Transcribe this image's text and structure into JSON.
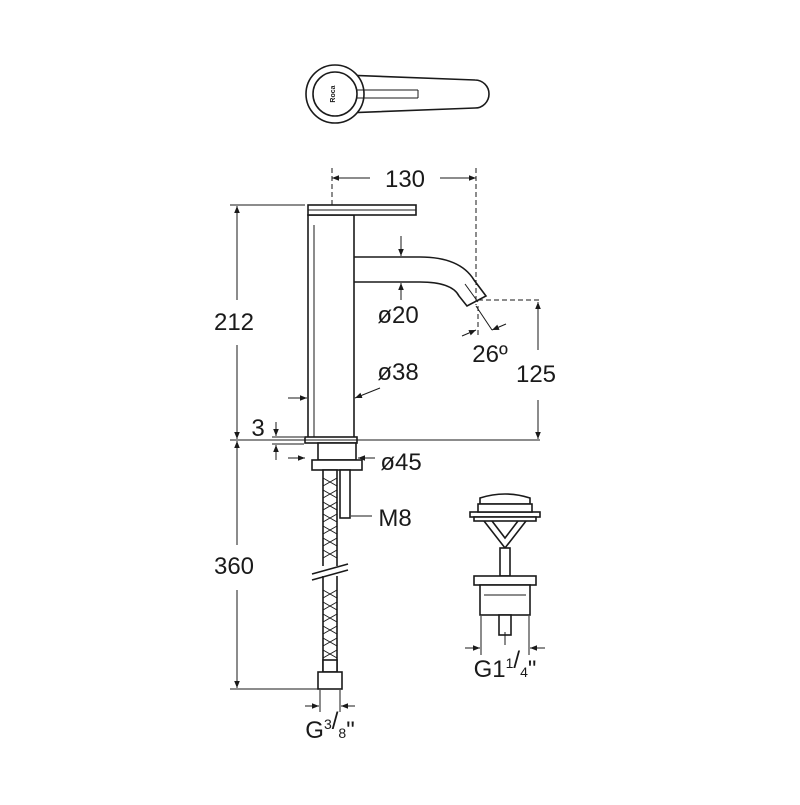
{
  "dimensions": {
    "spout_reach": "130",
    "total_height": "212",
    "spout_diameter": "ø20",
    "spout_angle": "26º",
    "spout_height": "125",
    "body_diameter": "ø38",
    "base_thickness": "3",
    "base_diameter": "ø45",
    "stud_thread": "M8",
    "hose_length": "360"
  },
  "connections": {
    "hose_thread_prefix": "G",
    "hose_thread_num": "3",
    "hose_thread_den": "8",
    "hose_thread_suffix": "\"",
    "waste_thread_prefix": "G1",
    "waste_thread_num": "1",
    "waste_thread_den": "4",
    "waste_thread_suffix": "\""
  },
  "logo_text": "Roca"
}
